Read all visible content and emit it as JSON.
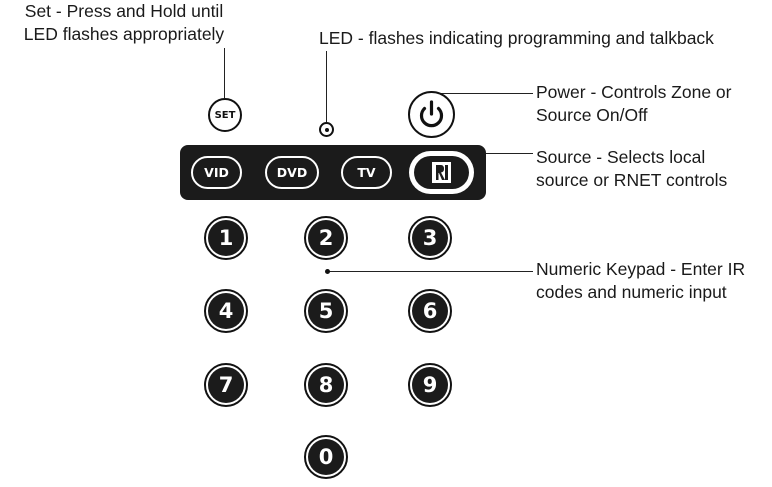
{
  "callouts": {
    "set": {
      "line1": "Set - Press and Hold until",
      "line2": "LED flashes appropriately"
    },
    "led": "LED - flashes indicating programming and talkback",
    "power": {
      "line1": "Power - Controls Zone or",
      "line2": "Source On/Off"
    },
    "source": {
      "line1": "Source - Selects local",
      "line2": "source or RNET controls"
    },
    "keypad": {
      "line1": "Numeric Keypad - Enter IR",
      "line2": "codes and numeric input"
    }
  },
  "buttons": {
    "set_label": "SET",
    "sources": [
      "VID",
      "DVD",
      "TV"
    ],
    "rnet_icon": "rnet-logo-icon",
    "power_icon": "power-icon",
    "digits": [
      "1",
      "2",
      "3",
      "4",
      "5",
      "6",
      "7",
      "8",
      "9",
      "0"
    ]
  },
  "colors": {
    "button_fill": "#1b1b1b",
    "outline": "#111111",
    "background": "#ffffff"
  }
}
